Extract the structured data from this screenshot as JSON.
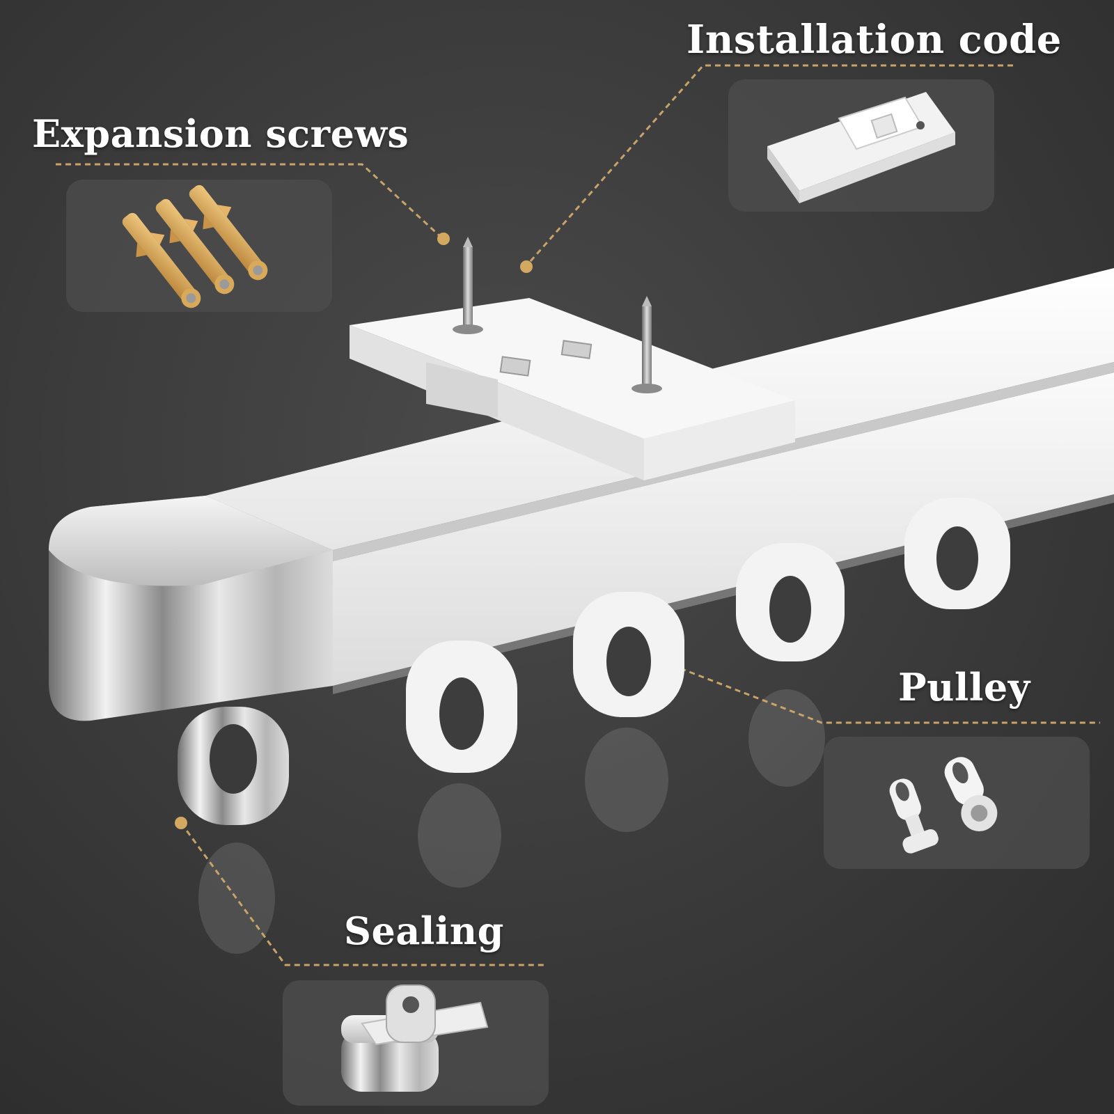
{
  "labels": {
    "expansion_screws": "Expansion screws",
    "installation_code": "Installation code",
    "pulley": "Pulley",
    "sealing": "Sealing"
  },
  "colors": {
    "background": "#3a3a3a",
    "callout_line": "#c9a46a",
    "label_text": "#ffffff",
    "rail": "#f4f4f4",
    "chrome": "#9a9a9a",
    "anchor_plug": "#d9a95a"
  }
}
